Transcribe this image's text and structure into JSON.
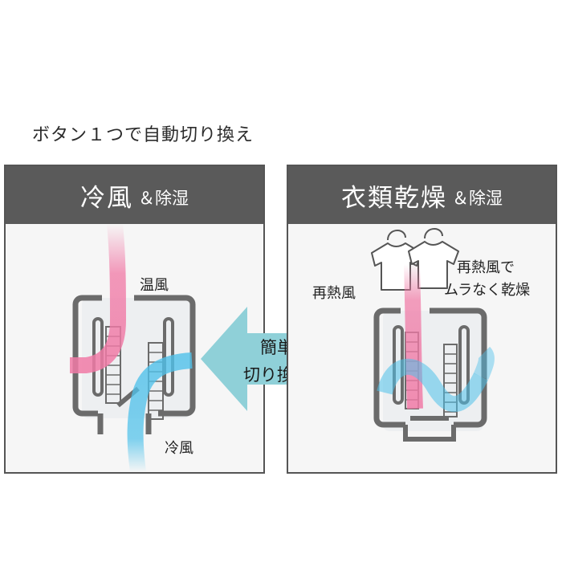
{
  "headline": "ボタン１つで自動切り換え",
  "left_panel": {
    "title": "冷風",
    "subtitle": "＆除湿",
    "label_warm": "温風",
    "label_cool": "冷風"
  },
  "right_panel": {
    "title": "衣類乾燥",
    "subtitle": "＆除湿",
    "label_reheat": "再熱風",
    "label_note_line1": "再熱風で",
    "label_note_line2": "ムラなく乾燥"
  },
  "center_arrow": {
    "line1": "簡単",
    "line2": "切り換え"
  },
  "colors": {
    "header_bg": "#5a5a5a",
    "warm_air": "#f07aa6",
    "cool_air": "#4fc1ea",
    "arrow": "#8fd0d8"
  }
}
